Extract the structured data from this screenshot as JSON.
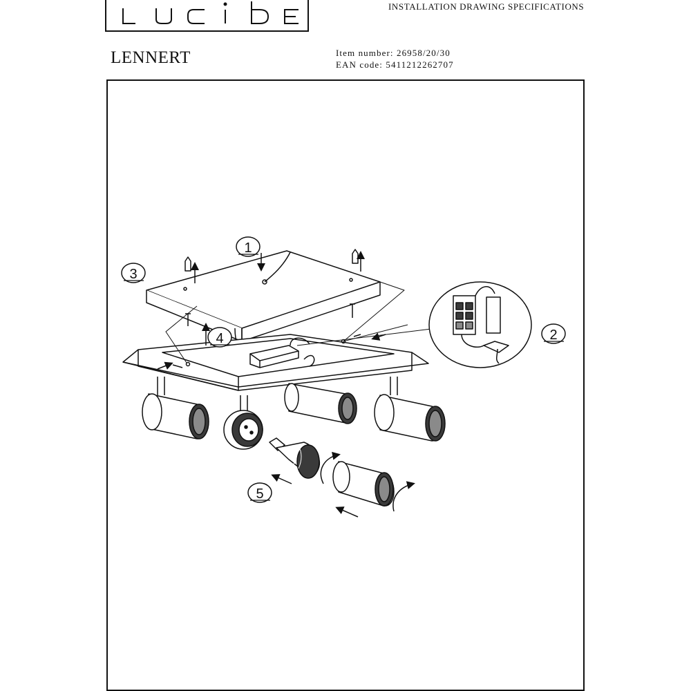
{
  "header": {
    "brand": "LUCIDE",
    "doc_type": "INSTALLATION DRAWING SPECIFICATIONS",
    "product_name": "LENNERT",
    "item_number_label": "Item number:",
    "item_number": "26958/20/30",
    "ean_label": "EAN code:",
    "ean_code": "5411212262707"
  },
  "drawing": {
    "steps": [
      "1",
      "2",
      "3",
      "4",
      "5"
    ]
  },
  "colors": {
    "ink": "#111111",
    "fill_dark": "#3a3a3a",
    "fill_mid": "#8a8a8a"
  }
}
